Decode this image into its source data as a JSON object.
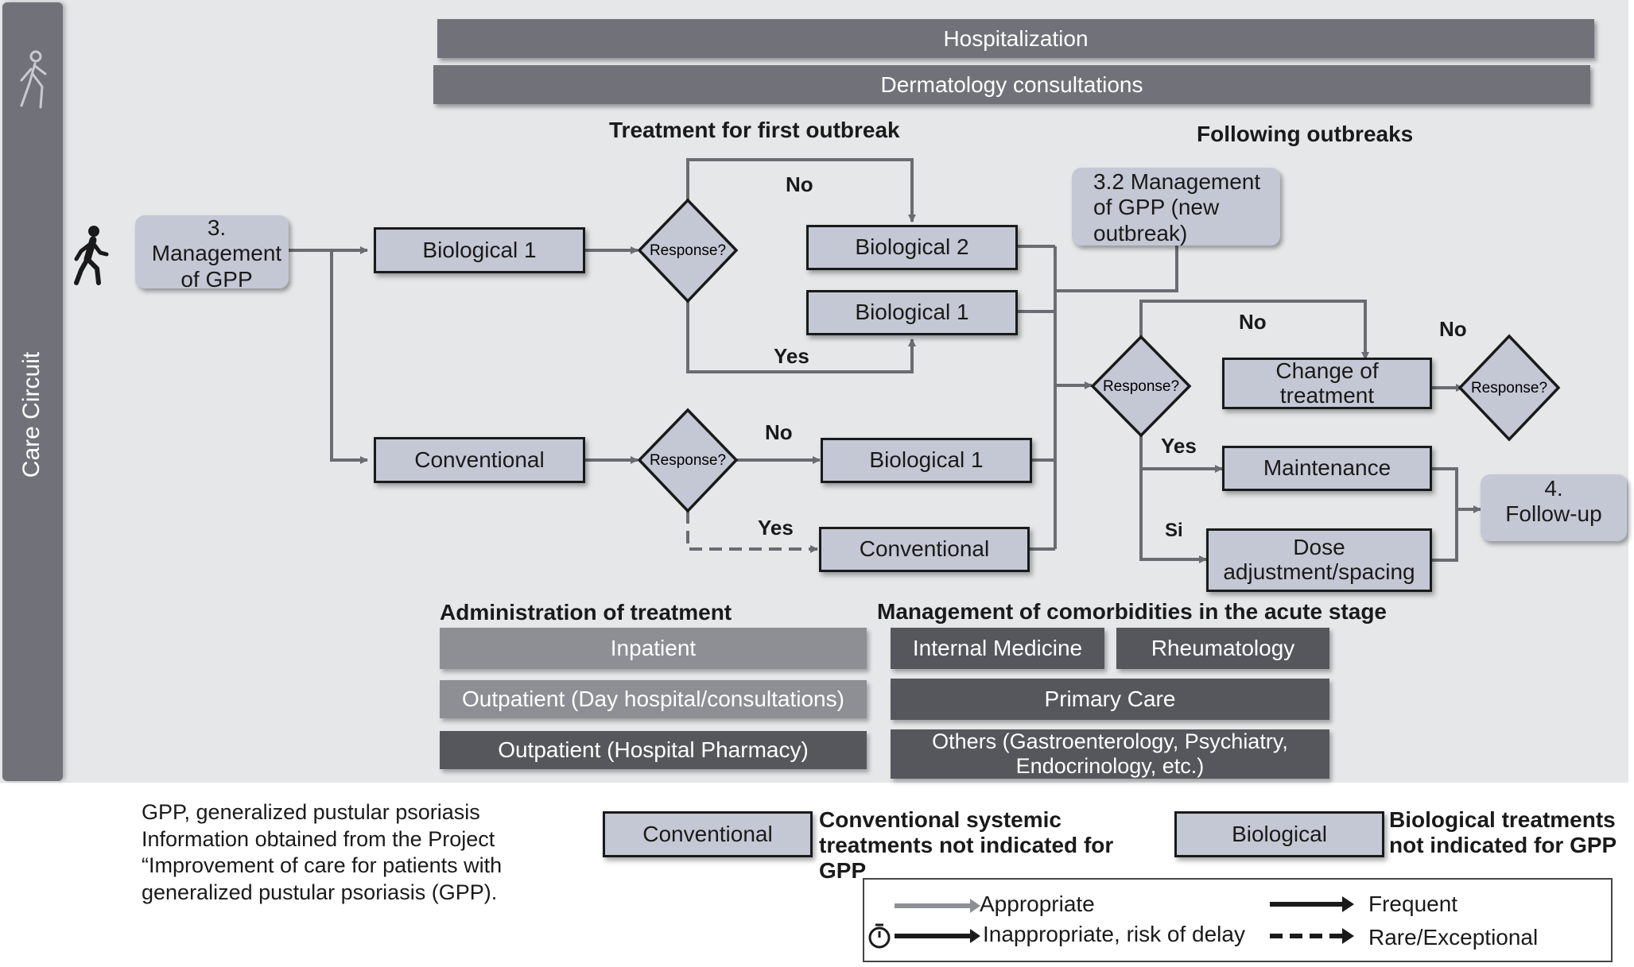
{
  "banners": {
    "hospitalization": "Hospitalization",
    "dermatology": "Dermatology consultations"
  },
  "side_label": "Care Circuit",
  "headings": {
    "first_outbreak": "Treatment for first outbreak",
    "following_outbreaks": "Following outbreaks",
    "administration": "Administration of treatment",
    "comorbidities": "Management of comorbidities in the acute stage"
  },
  "nodes": {
    "management_gpp": "3.\nManagement\nof GPP",
    "management_gpp_new": "3.2 Management\nof GPP (new\noutbreak)",
    "biological1_a": "Biological 1",
    "conventional_a": "Conventional",
    "biological2": "Biological 2",
    "biological1_b": "Biological 1",
    "biological1_c": "Biological 1",
    "conventional_b": "Conventional",
    "change_treatment": "Change of\ntreatment",
    "maintenance": "Maintenance",
    "dose_adjustment": "Dose\nadjustment/spacing",
    "follow_up": "4.\nFollow-up",
    "response": "Response?"
  },
  "edge_labels": {
    "no": "No",
    "yes": "Yes",
    "si": "Si"
  },
  "administration": [
    "Inpatient",
    "Outpatient (Day hospital/consultations)",
    "Outpatient (Hospital Pharmacy)"
  ],
  "comorbidities": {
    "internal_medicine": "Internal Medicine",
    "rheumatology": "Rheumatology",
    "primary_care": "Primary Care",
    "others": "Others (Gastroenterology, Psychiatry,\nEndocrinology, etc.)"
  },
  "footnote": [
    "GPP, generalized pustular psoriasis",
    "Information obtained from the Project",
    "“Improvement of care for patients with",
    "generalized pustular psoriasis (GPP)."
  ],
  "legend": {
    "conventional_box": "Conventional",
    "conventional_desc": "Conventional systemic\ntreatments not indicated for\nGPP",
    "biological_box": "Biological",
    "biological_desc": "Biological treatments\nnot indicated for GPP",
    "appropriate": "Appropriate",
    "inappropriate": "Inappropriate, risk of delay",
    "frequent": "Frequent",
    "rare": "Rare/Exceptional"
  },
  "icons": [
    "walking-person-outline-icon",
    "walking-person-icon",
    "stopwatch-icon"
  ],
  "colors": {
    "panel_bg": "#e6e7e9",
    "banner_dark": "#717279",
    "bar_light": "#8e8f94",
    "bar_dark": "#56575c",
    "node_fill": "#c4c8d4",
    "arrow_gray": "#6b6c72"
  }
}
